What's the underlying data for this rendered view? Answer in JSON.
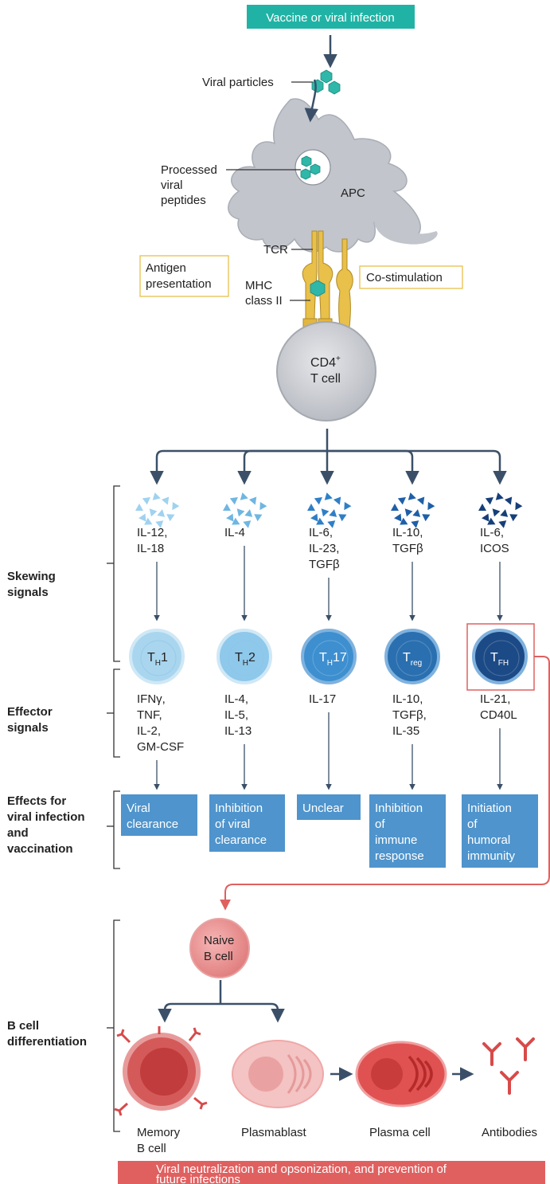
{
  "top_banner": "Vaccine or viral infection",
  "viral_particles": "Viral particles",
  "processed_peptides": [
    "Processed",
    "viral",
    "peptides"
  ],
  "apc_label": "APC",
  "tcr_label": "TCR",
  "antigen_presentation": [
    "Antigen",
    "presentation"
  ],
  "co_stimulation": "Co-stimulation",
  "mhc_label": [
    "MHC",
    "class II"
  ],
  "cd4_cell": {
    "main": "CD4",
    "sup": "+",
    "line2": "T cell"
  },
  "row_labels": {
    "skewing": [
      "Skewing",
      "signals"
    ],
    "effector": [
      "Effector",
      "signals"
    ],
    "effects": [
      "Effects for",
      "viral infection",
      "and",
      "vaccination"
    ],
    "bcell": [
      "B cell",
      "differentiation"
    ]
  },
  "branches": [
    {
      "skewing": [
        "IL-12,",
        "IL-18"
      ],
      "cell_main": "T",
      "cell_sub": "H",
      "cell_suffix": "1",
      "effector": [
        "IFNγ,",
        "TNF,",
        "IL-2,",
        "GM-CSF"
      ],
      "effect": [
        "Viral",
        "clearance"
      ],
      "shade": "#a9d6ee"
    },
    {
      "skewing": [
        "IL-4"
      ],
      "cell_main": "T",
      "cell_sub": "H",
      "cell_suffix": "2",
      "effector": [
        "IL-4,",
        "IL-5,",
        "IL-13"
      ],
      "effect": [
        "Inhibition",
        "of viral",
        "clearance"
      ],
      "shade": "#8ec8eb"
    },
    {
      "skewing": [
        "IL-6,",
        "IL-23,",
        "TGFβ"
      ],
      "cell_main": "T",
      "cell_sub": "H",
      "cell_suffix": "17",
      "effector": [
        "IL-17"
      ],
      "effect": [
        "Unclear"
      ],
      "shade": "#3d8fcf"
    },
    {
      "skewing": [
        "IL-10,",
        "TGFβ"
      ],
      "cell_main": "T",
      "cell_sub": "reg",
      "cell_suffix": "",
      "effector": [
        "IL-10,",
        "TGFβ,",
        "IL-35"
      ],
      "effect": [
        "Inhibition",
        "of",
        "immune",
        "response"
      ],
      "shade": "#2a6fb0"
    },
    {
      "skewing": [
        "IL-6,",
        "ICOS"
      ],
      "cell_main": "T",
      "cell_sub": "FH",
      "cell_suffix": "",
      "effector": [
        "IL-21,",
        "CD40L"
      ],
      "effect": [
        "Initiation",
        "of",
        "humoral",
        "immunity"
      ],
      "shade": "#1c4a86"
    }
  ],
  "naive_b": [
    "Naive",
    "B cell"
  ],
  "b_outcomes": {
    "memory": [
      "Memory",
      "B cell"
    ],
    "plasmablast": "Plasmablast",
    "plasma": "Plasma cell",
    "antibodies": "Antibodies"
  },
  "bottom_banner": [
    "Viral neutralization and opsonization, and prevention of",
    "future infections"
  ],
  "colors": {
    "teal": "#20b3a5",
    "blue_box": "#4f94cc",
    "red": "#e06060",
    "gold": "#e8c04a",
    "arrow": "#3b5068"
  }
}
